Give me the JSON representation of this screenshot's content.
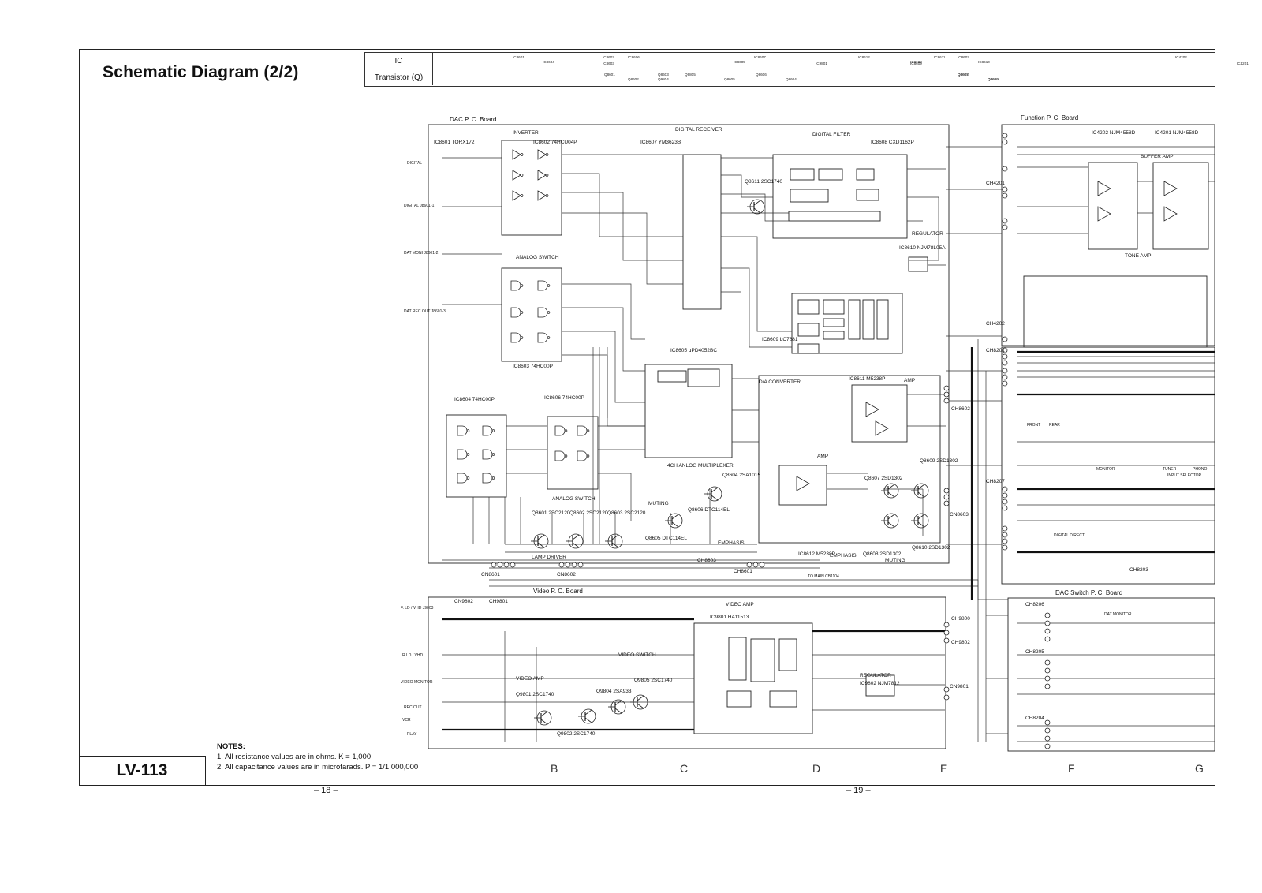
{
  "page": {
    "title": "Schematic Diagram (2/2)",
    "model": "LV-113",
    "page_left": "– 18 –",
    "page_right": "– 19 –"
  },
  "notes": {
    "heading": "NOTES:",
    "items": [
      "1.  All resistance values are in ohms. K = 1,000",
      "2.  All capacitance values are in microfarads. P = 1/1,000,000"
    ]
  },
  "ref_table": {
    "ic_label": "IC",
    "transistor_label": "Transistor (Q)",
    "ic_cells": [
      {
        "t": "IC8601",
        "l": 102
      },
      {
        "t": "IC8604",
        "l": 140
      },
      {
        "t": "IC8602",
        "l": 216
      },
      {
        "t": "IC8603",
        "l": 216
      },
      {
        "t": "IC8606",
        "l": 248
      },
      {
        "t": "IC8605",
        "l": 382
      },
      {
        "t": "IC8607",
        "l": 408
      },
      {
        "t": "IC9801",
        "l": 486
      },
      {
        "t": "IC8612",
        "l": 540
      },
      {
        "t": "IC8608",
        "l": 606
      },
      {
        "t": "IC8611",
        "l": 636
      },
      {
        "t": "IC8609",
        "l": 606
      },
      {
        "t": "IC8602",
        "l": 666
      },
      {
        "t": "IC8610",
        "l": 692
      },
      {
        "t": "IC4202",
        "l": 942
      },
      {
        "t": "IC4201",
        "l": 1020
      }
    ],
    "q_cells": [
      {
        "t": "Q8601",
        "l": 218
      },
      {
        "t": "Q8602",
        "l": 248
      },
      {
        "t": "Q8603",
        "l": 286
      },
      {
        "t": "Q9804",
        "l": 286
      },
      {
        "t": "Q9805",
        "l": 320
      },
      {
        "t": "Q8605",
        "l": 370
      },
      {
        "t": "Q8606",
        "l": 410
      },
      {
        "t": "Q8604",
        "l": 448
      },
      {
        "t": "Q8607",
        "l": 666
      },
      {
        "t": "Q8609",
        "l": 704
      },
      {
        "t": "Q8608",
        "l": 666
      },
      {
        "t": "Q8610",
        "l": 704
      }
    ]
  },
  "boards": [
    {
      "name": "DAC  P. C. Board",
      "key": "dac"
    },
    {
      "name": "Video  P. C. Board",
      "key": "video"
    },
    {
      "name": "Function  P. C. Board",
      "key": "function"
    },
    {
      "name": "DAC Switch  P. C. Board",
      "key": "dac_switch"
    }
  ],
  "blocks": {
    "inverter": "INVERTER",
    "digital_receiver": "DIGITAL RECEIVER",
    "digital_filter": "DIGITAL FILTER",
    "analog_switch": "ANALOG SWITCH",
    "regulator": "REGULATOR",
    "da_converter": "D/A CONVERTER",
    "amp": "AMP",
    "muting": "MUTING",
    "emphasis": "EMPHASIS",
    "lamp_driver": "LAMP DRIVER",
    "video_amp": "VIDEO AMP",
    "video_switch": "VIDEO SWITCH",
    "buffer_amp": "BUFFER AMP",
    "tone_amp": "TONE AMP",
    "multiplexer": "4CH ANLOG MULTIPLEXER"
  },
  "components": {
    "ic8601": "IC8601 TORX172",
    "ic8602": "IC8602  74HCU04P",
    "ic8607": "IC8607 YM3623B",
    "ic8608": "IC8608  CXD1162P",
    "ic8603": "IC8603  74HC00P",
    "ic8604": "IC8604 74HC00P",
    "ic8605": "IC8605  μPD4052BC",
    "ic8606": "IC8606  74HC00P",
    "ic8609": "IC8609 LC7881",
    "ic8610": "IC8610 NJM78L05A",
    "ic8611": "IC8611  M5238P",
    "ic8612": "IC8612  M5238P",
    "q8611": "Q8611 2SC1740",
    "q8601": "Q8601 2SC2120",
    "q8602": "Q8602 2SC2120",
    "q8603": "Q8603 2SC2120",
    "q8604": "Q8604 2SA1015",
    "q8605": "Q8605 DTC114EL",
    "q8606": "Q8606 DTC114EL",
    "q8607": "Q8607  2SD1302",
    "q8608": "Q8608  2SD1302",
    "q8609": "Q8609 2SD1302",
    "q8610": "Q8610 2SD1302",
    "ic9801": "IC9801  HA11513",
    "ic9802": "IC9802  NJM7812",
    "q9801": "Q9801 2SC1740",
    "q9802": "Q9802 2SC1740",
    "q9804": "Q9804 2SA933",
    "q9805": "Q9805 2SC1740",
    "ic4202": "IC4202  NJM4558D",
    "ic4201": "IC4201  NJM4558D"
  },
  "connectors": {
    "cn8601": "CN8601",
    "cn8602": "CN8602",
    "cn8603": "CN8603",
    "ch8601": "CH8601",
    "ch8602": "CH8602",
    "ch8603": "CH8603",
    "cn9802": "CN9802",
    "cn9801": "CN9801",
    "ch9801": "CH9801",
    "ch9802": "CH9802",
    "ch9800": "CH9800",
    "ch4201": "CH4201",
    "ch4202": "CH4202",
    "ch8201": "CH8201",
    "ch8204": "CH8204",
    "ch8205": "CH8205",
    "ch8206": "CH8206",
    "ch8207": "CH8207",
    "ch8203": "CH8203"
  },
  "io_labels": {
    "digital": "DIGITAL",
    "digital_in": "DIGITAL J8601-1",
    "dat_moni": "DAT MONI J8601-2",
    "dat_rec_out": "DAT REC OUT J8601-3",
    "f_ld": "F. LD / VHD J9803",
    "r_ld": "R.LD / VHD",
    "video_monitor": "VIDEO MONITOR",
    "rec_out": "REC OUT",
    "vcr": "VCR",
    "play": "PLAY",
    "to_main_cb1104": "TO MAIN CB1104",
    "front": "FRONT",
    "rear": "REAR",
    "monitor": "MONITOR",
    "tuner": "TUNER",
    "phono": "PHONO",
    "input_selector": "INPUT SELECTOR",
    "dat_monitor": "DAT MONITOR",
    "digital_direct": "DIGITAL DIRECT"
  },
  "col_letters": [
    "B",
    "C",
    "D",
    "E",
    "F",
    "G"
  ]
}
